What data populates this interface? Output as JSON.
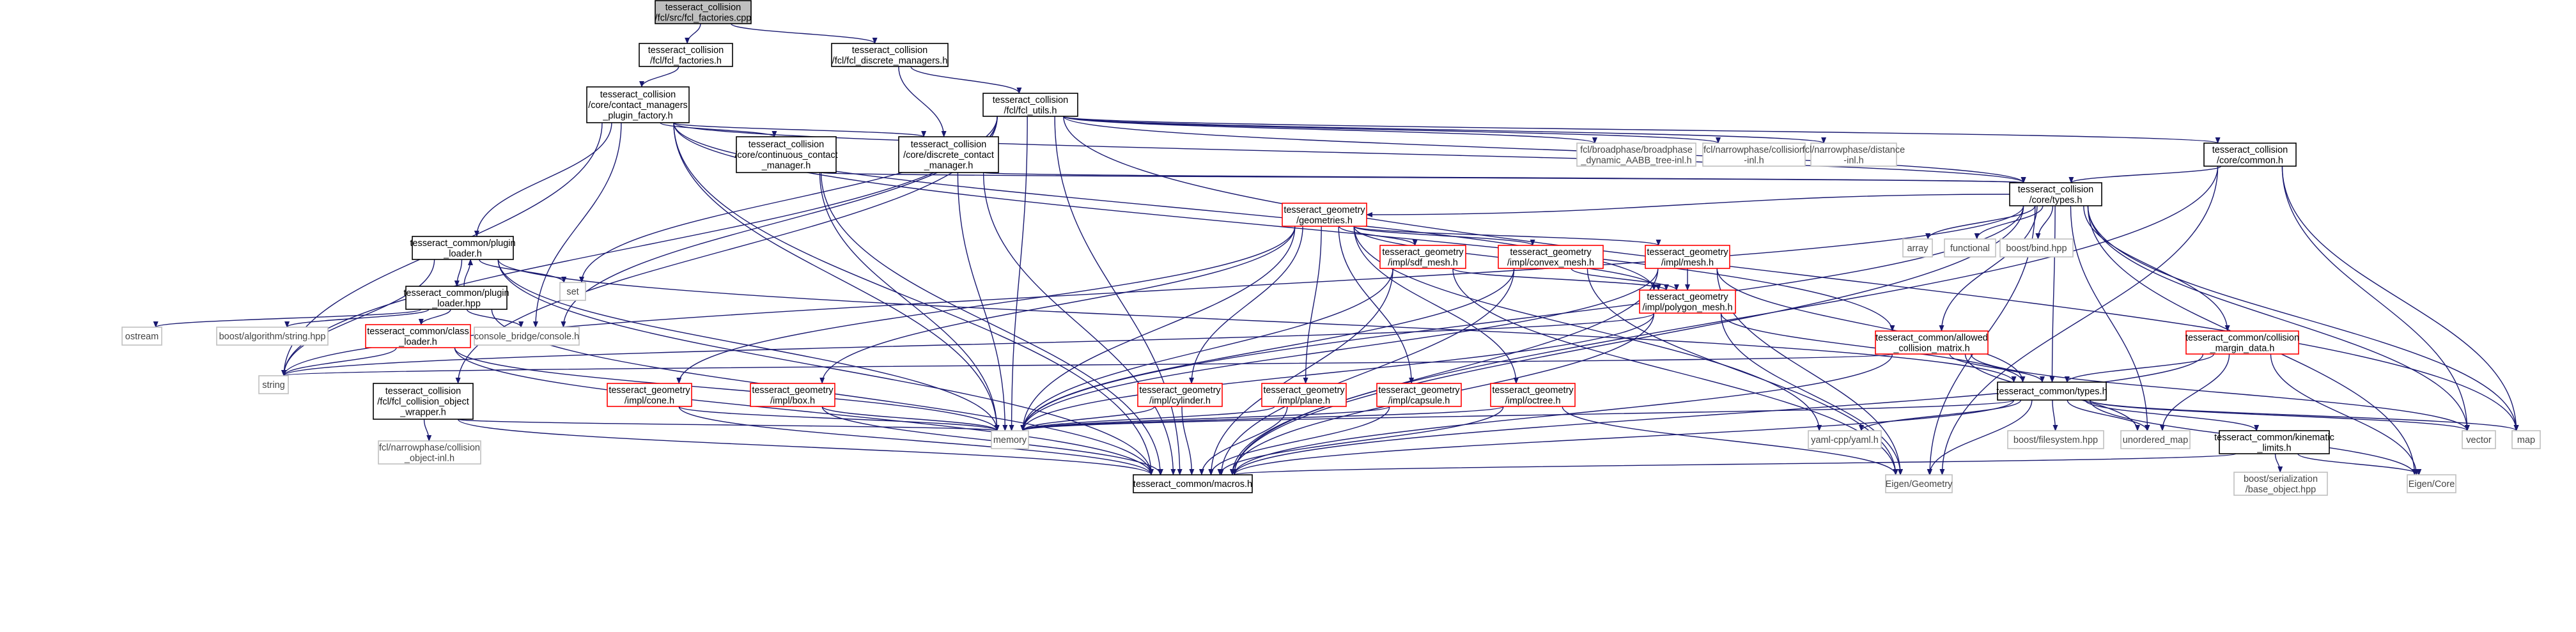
{
  "graph": {
    "colors": {
      "root_fill": "#bfbfbf",
      "normal_border": "#000000",
      "truncated_border": "#ff0000",
      "system_border": "#bfbfbf",
      "edge": "#191970",
      "system_text": "#444444"
    },
    "nodes": [
      {
        "id": "root",
        "kind": "root",
        "lines": [
          "tesseract_collision",
          "/fcl/src/fcl_factories.cpp"
        ]
      },
      {
        "id": "fcl_factories_h",
        "kind": "normal",
        "lines": [
          "tesseract_collision",
          "/fcl/fcl_factories.h"
        ]
      },
      {
        "id": "fcl_discrete_managers_h",
        "kind": "normal",
        "lines": [
          "tesseract_collision",
          "/fcl/fcl_discrete_managers.h"
        ]
      },
      {
        "id": "contact_managers_plugin_factory_h",
        "kind": "normal",
        "lines": [
          "tesseract_collision",
          "/core/contact_managers",
          "_plugin_factory.h"
        ]
      },
      {
        "id": "fcl_utils_h",
        "kind": "normal",
        "lines": [
          "tesseract_collision",
          "/fcl/fcl_utils.h"
        ]
      },
      {
        "id": "continuous_contact_manager_h",
        "kind": "normal",
        "lines": [
          "tesseract_collision",
          "/core/continuous_contact",
          "_manager.h"
        ]
      },
      {
        "id": "discrete_contact_manager_h",
        "kind": "normal",
        "lines": [
          "tesseract_collision",
          "/core/discrete_contact",
          "_manager.h"
        ]
      },
      {
        "id": "fcl_broadphase_aabb",
        "kind": "system",
        "lines": [
          "fcl/broadphase/broadphase",
          "_dynamic_AABB_tree-inl.h"
        ]
      },
      {
        "id": "fcl_narrowphase_collision",
        "kind": "system",
        "lines": [
          "fcl/narrowphase/collision",
          "-inl.h"
        ]
      },
      {
        "id": "fcl_narrowphase_distance",
        "kind": "system",
        "lines": [
          "fcl/narrowphase/distance",
          "-inl.h"
        ]
      },
      {
        "id": "core_common_h",
        "kind": "normal",
        "lines": [
          "tesseract_collision",
          "/core/common.h"
        ]
      },
      {
        "id": "core_types_h",
        "kind": "normal",
        "lines": [
          "tesseract_collision",
          "/core/types.h"
        ]
      },
      {
        "id": "plugin_loader_h",
        "kind": "normal",
        "lines": [
          "tesseract_common/plugin",
          "_loader.h"
        ]
      },
      {
        "id": "set",
        "kind": "system",
        "lines": [
          "set"
        ]
      },
      {
        "id": "plugin_loader_hpp",
        "kind": "normal",
        "lines": [
          "tesseract_common/plugin",
          "_loader.hpp"
        ]
      },
      {
        "id": "ostream",
        "kind": "system",
        "lines": [
          "ostream"
        ]
      },
      {
        "id": "boost_algorithm_string",
        "kind": "system",
        "lines": [
          "boost/algorithm/string.hpp"
        ]
      },
      {
        "id": "class_loader_h",
        "kind": "truncated",
        "lines": [
          "tesseract_common/class",
          "_loader.h"
        ]
      },
      {
        "id": "console_bridge",
        "kind": "system",
        "lines": [
          "console_bridge/console.h"
        ]
      },
      {
        "id": "string",
        "kind": "system",
        "lines": [
          "string"
        ]
      },
      {
        "id": "fcl_collision_object_wrapper_h",
        "kind": "normal",
        "lines": [
          "tesseract_collision",
          "/fcl/fcl_collision_object",
          "_wrapper.h"
        ]
      },
      {
        "id": "fcl_narrowphase_collision_object",
        "kind": "system",
        "lines": [
          "fcl/narrowphase/collision",
          "_object-inl.h"
        ]
      },
      {
        "id": "geometries_h",
        "kind": "truncated",
        "lines": [
          "tesseract_geometry",
          "/geometries.h"
        ]
      },
      {
        "id": "sdf_mesh_h",
        "kind": "truncated",
        "lines": [
          "tesseract_geometry",
          "/impl/sdf_mesh.h"
        ]
      },
      {
        "id": "convex_mesh_h",
        "kind": "truncated",
        "lines": [
          "tesseract_geometry",
          "/impl/convex_mesh.h"
        ]
      },
      {
        "id": "mesh_h",
        "kind": "truncated",
        "lines": [
          "tesseract_geometry",
          "/impl/mesh.h"
        ]
      },
      {
        "id": "polygon_mesh_h",
        "kind": "truncated",
        "lines": [
          "tesseract_geometry",
          "/impl/polygon_mesh.h"
        ]
      },
      {
        "id": "cone_h",
        "kind": "truncated",
        "lines": [
          "tesseract_geometry",
          "/impl/cone.h"
        ]
      },
      {
        "id": "box_h",
        "kind": "truncated",
        "lines": [
          "tesseract_geometry",
          "/impl/box.h"
        ]
      },
      {
        "id": "cylinder_h",
        "kind": "truncated",
        "lines": [
          "tesseract_geometry",
          "/impl/cylinder.h"
        ]
      },
      {
        "id": "plane_h",
        "kind": "truncated",
        "lines": [
          "tesseract_geometry",
          "/impl/plane.h"
        ]
      },
      {
        "id": "capsule_h",
        "kind": "truncated",
        "lines": [
          "tesseract_geometry",
          "/impl/capsule.h"
        ]
      },
      {
        "id": "octree_h",
        "kind": "truncated",
        "lines": [
          "tesseract_geometry",
          "/impl/octree.h"
        ]
      },
      {
        "id": "array",
        "kind": "system",
        "lines": [
          "array"
        ]
      },
      {
        "id": "functional",
        "kind": "system",
        "lines": [
          "functional"
        ]
      },
      {
        "id": "boost_bind",
        "kind": "system",
        "lines": [
          "boost/bind.hpp"
        ]
      },
      {
        "id": "allowed_collision_matrix_h",
        "kind": "truncated",
        "lines": [
          "tesseract_common/allowed",
          "_collision_matrix.h"
        ]
      },
      {
        "id": "collision_margin_data_h",
        "kind": "truncated",
        "lines": [
          "tesseract_common/collision",
          "_margin_data.h"
        ]
      },
      {
        "id": "common_types_h",
        "kind": "normal",
        "lines": [
          "tesseract_common/types.h"
        ]
      },
      {
        "id": "kinematic_limits_h",
        "kind": "normal",
        "lines": [
          "tesseract_common/kinematic",
          "_limits.h"
        ]
      },
      {
        "id": "memory",
        "kind": "system",
        "lines": [
          "memory"
        ]
      },
      {
        "id": "yaml_cpp",
        "kind": "system",
        "lines": [
          "yaml-cpp/yaml.h"
        ]
      },
      {
        "id": "boost_filesystem",
        "kind": "system",
        "lines": [
          "boost/filesystem.hpp"
        ]
      },
      {
        "id": "unordered_map",
        "kind": "system",
        "lines": [
          "unordered_map"
        ]
      },
      {
        "id": "vector",
        "kind": "system",
        "lines": [
          "vector"
        ]
      },
      {
        "id": "map",
        "kind": "system",
        "lines": [
          "map"
        ]
      },
      {
        "id": "common_macros_h",
        "kind": "normal",
        "lines": [
          "tesseract_common/macros.h"
        ]
      },
      {
        "id": "eigen_geometry",
        "kind": "system",
        "lines": [
          "Eigen/Geometry"
        ]
      },
      {
        "id": "boost_serialization_base_object",
        "kind": "system",
        "lines": [
          "boost/serialization",
          "/base_object.hpp"
        ]
      },
      {
        "id": "eigen_core",
        "kind": "system",
        "lines": [
          "Eigen/Core"
        ]
      }
    ],
    "edges": [
      [
        "root",
        "fcl_factories_h"
      ],
      [
        "root",
        "fcl_discrete_managers_h"
      ],
      [
        "fcl_factories_h",
        "contact_managers_plugin_factory_h"
      ],
      [
        "fcl_discrete_managers_h",
        "fcl_utils_h"
      ],
      [
        "fcl_discrete_managers_h",
        "discrete_contact_manager_h"
      ],
      [
        "contact_managers_plugin_factory_h",
        "continuous_contact_manager_h"
      ],
      [
        "contact_managers_plugin_factory_h",
        "discrete_contact_manager_h"
      ],
      [
        "contact_managers_plugin_factory_h",
        "plugin_loader_h"
      ],
      [
        "contact_managers_plugin_factory_h",
        "string"
      ],
      [
        "contact_managers_plugin_factory_h",
        "memory"
      ],
      [
        "contact_managers_plugin_factory_h",
        "common_macros_h"
      ],
      [
        "contact_managers_plugin_factory_h",
        "core_types_h"
      ],
      [
        "contact_managers_plugin_factory_h",
        "console_bridge"
      ],
      [
        "contact_managers_plugin_factory_h",
        "polygon_mesh_h"
      ],
      [
        "contact_managers_plugin_factory_h",
        "allowed_collision_matrix_h"
      ],
      [
        "fcl_utils_h",
        "fcl_broadphase_aabb"
      ],
      [
        "fcl_utils_h",
        "fcl_narrowphase_collision"
      ],
      [
        "fcl_utils_h",
        "fcl_narrowphase_distance"
      ],
      [
        "fcl_utils_h",
        "core_common_h"
      ],
      [
        "fcl_utils_h",
        "fcl_collision_object_wrapper_h"
      ],
      [
        "fcl_utils_h",
        "core_types_h"
      ],
      [
        "fcl_utils_h",
        "memory"
      ],
      [
        "fcl_utils_h",
        "set"
      ],
      [
        "fcl_utils_h",
        "string"
      ],
      [
        "fcl_utils_h",
        "common_macros_h"
      ],
      [
        "fcl_utils_h",
        "map"
      ],
      [
        "fcl_utils_h",
        "console_bridge"
      ],
      [
        "continuous_contact_manager_h",
        "core_types_h"
      ],
      [
        "continuous_contact_manager_h",
        "memory"
      ],
      [
        "continuous_contact_manager_h",
        "common_macros_h"
      ],
      [
        "discrete_contact_manager_h",
        "core_types_h"
      ],
      [
        "discrete_contact_manager_h",
        "memory"
      ],
      [
        "discrete_contact_manager_h",
        "common_macros_h"
      ],
      [
        "core_common_h",
        "core_types_h"
      ],
      [
        "core_common_h",
        "common_macros_h"
      ],
      [
        "core_common_h",
        "map"
      ],
      [
        "core_common_h",
        "vector"
      ],
      [
        "core_common_h",
        "eigen_geometry"
      ],
      [
        "plugin_loader_h",
        "plugin_loader_hpp"
      ],
      [
        "plugin_loader_h",
        "set"
      ],
      [
        "plugin_loader_h",
        "string"
      ],
      [
        "plugin_loader_h",
        "memory"
      ],
      [
        "plugin_loader_h",
        "common_macros_h"
      ],
      [
        "plugin_loader_h",
        "common_types_h"
      ],
      [
        "plugin_loader_hpp",
        "plugin_loader_h"
      ],
      [
        "plugin_loader_hpp",
        "ostream"
      ],
      [
        "plugin_loader_hpp",
        "boost_algorithm_string"
      ],
      [
        "plugin_loader_hpp",
        "class_loader_h"
      ],
      [
        "plugin_loader_hpp",
        "console_bridge"
      ],
      [
        "plugin_loader_hpp",
        "common_macros_h"
      ],
      [
        "class_loader_h",
        "string"
      ],
      [
        "class_loader_h",
        "memory"
      ],
      [
        "class_loader_h",
        "common_macros_h"
      ],
      [
        "fcl_collision_object_wrapper_h",
        "fcl_narrowphase_collision_object"
      ],
      [
        "fcl_collision_object_wrapper_h",
        "memory"
      ],
      [
        "fcl_collision_object_wrapper_h",
        "common_macros_h"
      ],
      [
        "core_types_h",
        "geometries_h"
      ],
      [
        "core_types_h",
        "array"
      ],
      [
        "core_types_h",
        "functional"
      ],
      [
        "core_types_h",
        "boost_bind"
      ],
      [
        "core_types_h",
        "allowed_collision_matrix_h"
      ],
      [
        "core_types_h",
        "collision_margin_data_h"
      ],
      [
        "core_types_h",
        "common_types_h"
      ],
      [
        "core_types_h",
        "memory"
      ],
      [
        "core_types_h",
        "unordered_map"
      ],
      [
        "core_types_h",
        "vector"
      ],
      [
        "core_types_h",
        "map"
      ],
      [
        "core_types_h",
        "eigen_core"
      ],
      [
        "core_types_h",
        "eigen_geometry"
      ],
      [
        "core_types_h",
        "common_macros_h"
      ],
      [
        "core_types_h",
        "string"
      ],
      [
        "geometries_h",
        "sdf_mesh_h"
      ],
      [
        "geometries_h",
        "convex_mesh_h"
      ],
      [
        "geometries_h",
        "mesh_h"
      ],
      [
        "geometries_h",
        "polygon_mesh_h"
      ],
      [
        "geometries_h",
        "cone_h"
      ],
      [
        "geometries_h",
        "box_h"
      ],
      [
        "geometries_h",
        "cylinder_h"
      ],
      [
        "geometries_h",
        "plane_h"
      ],
      [
        "geometries_h",
        "capsule_h"
      ],
      [
        "geometries_h",
        "octree_h"
      ],
      [
        "geometries_h",
        "memory"
      ],
      [
        "geometries_h",
        "yaml_cpp"
      ],
      [
        "sdf_mesh_h",
        "polygon_mesh_h"
      ],
      [
        "sdf_mesh_h",
        "memory"
      ],
      [
        "sdf_mesh_h",
        "common_macros_h"
      ],
      [
        "sdf_mesh_h",
        "eigen_geometry"
      ],
      [
        "convex_mesh_h",
        "polygon_mesh_h"
      ],
      [
        "convex_mesh_h",
        "memory"
      ],
      [
        "convex_mesh_h",
        "common_macros_h"
      ],
      [
        "convex_mesh_h",
        "eigen_geometry"
      ],
      [
        "mesh_h",
        "polygon_mesh_h"
      ],
      [
        "mesh_h",
        "memory"
      ],
      [
        "mesh_h",
        "common_macros_h"
      ],
      [
        "mesh_h",
        "eigen_geometry"
      ],
      [
        "mesh_h",
        "common_types_h"
      ],
      [
        "polygon_mesh_h",
        "memory"
      ],
      [
        "polygon_mesh_h",
        "common_macros_h"
      ],
      [
        "polygon_mesh_h",
        "eigen_geometry"
      ],
      [
        "polygon_mesh_h",
        "common_types_h"
      ],
      [
        "polygon_mesh_h",
        "string"
      ],
      [
        "cone_h",
        "memory"
      ],
      [
        "cone_h",
        "common_macros_h"
      ],
      [
        "box_h",
        "memory"
      ],
      [
        "box_h",
        "common_macros_h"
      ],
      [
        "cylinder_h",
        "memory"
      ],
      [
        "cylinder_h",
        "common_macros_h"
      ],
      [
        "plane_h",
        "memory"
      ],
      [
        "plane_h",
        "common_macros_h"
      ],
      [
        "capsule_h",
        "memory"
      ],
      [
        "capsule_h",
        "common_macros_h"
      ],
      [
        "octree_h",
        "memory"
      ],
      [
        "octree_h",
        "common_macros_h"
      ],
      [
        "octree_h",
        "eigen_geometry"
      ],
      [
        "allowed_collision_matrix_h",
        "common_types_h"
      ],
      [
        "allowed_collision_matrix_h",
        "unordered_map"
      ],
      [
        "allowed_collision_matrix_h",
        "vector"
      ],
      [
        "allowed_collision_matrix_h",
        "common_macros_h"
      ],
      [
        "allowed_collision_matrix_h",
        "string"
      ],
      [
        "collision_margin_data_h",
        "common_types_h"
      ],
      [
        "collision_margin_data_h",
        "unordered_map"
      ],
      [
        "collision_margin_data_h",
        "eigen_core"
      ],
      [
        "collision_margin_data_h",
        "common_macros_h"
      ],
      [
        "common_types_h",
        "kinematic_limits_h"
      ],
      [
        "common_types_h",
        "memory"
      ],
      [
        "common_types_h",
        "yaml_cpp"
      ],
      [
        "common_types_h",
        "boost_filesystem"
      ],
      [
        "common_types_h",
        "unordered_map"
      ],
      [
        "common_types_h",
        "vector"
      ],
      [
        "common_types_h",
        "map"
      ],
      [
        "common_types_h",
        "common_macros_h"
      ],
      [
        "common_types_h",
        "eigen_geometry"
      ],
      [
        "common_types_h",
        "eigen_core"
      ],
      [
        "kinematic_limits_h",
        "common_macros_h"
      ],
      [
        "kinematic_limits_h",
        "boost_serialization_base_object"
      ],
      [
        "kinematic_limits_h",
        "eigen_core"
      ]
    ]
  }
}
